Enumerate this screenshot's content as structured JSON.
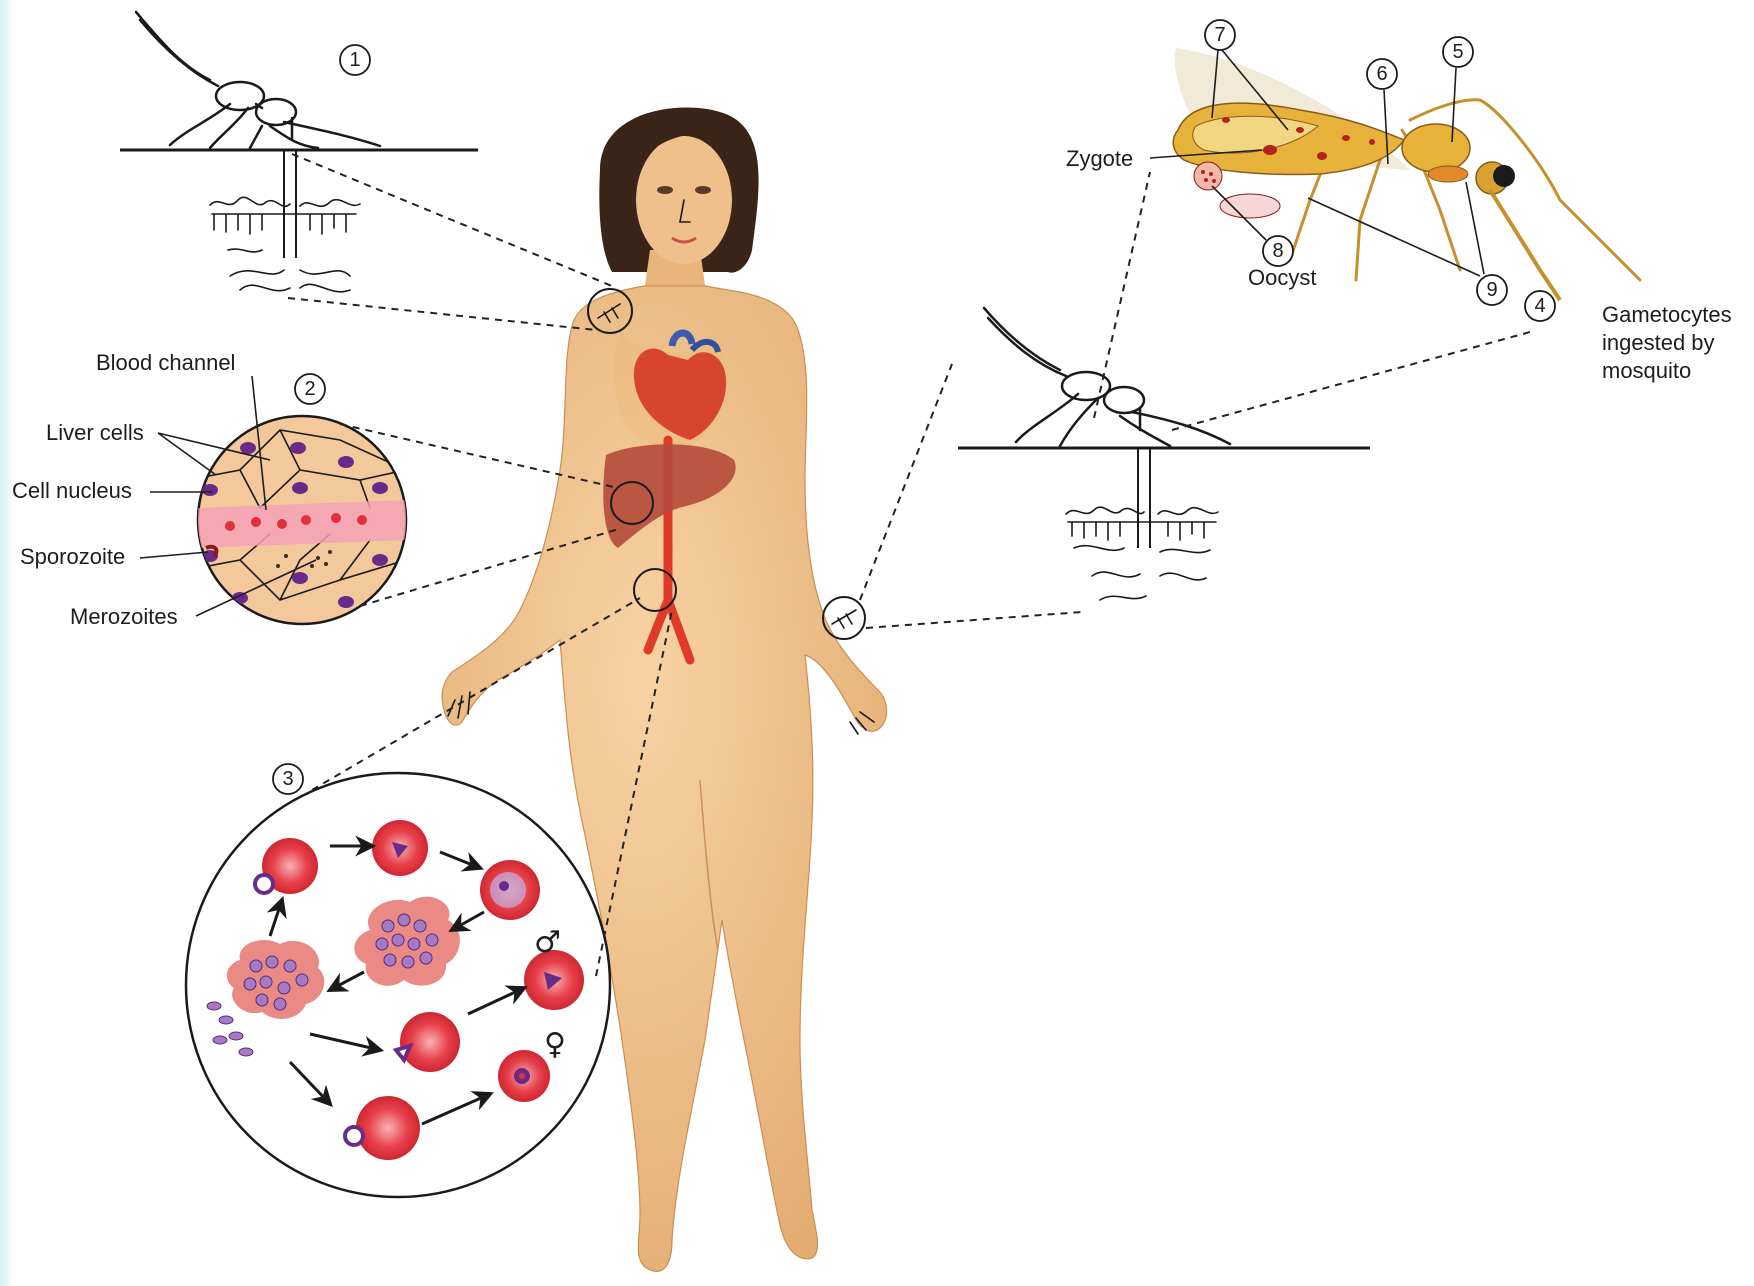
{
  "colors": {
    "skin": "#f2c48d",
    "skin_shade": "#d99e64",
    "hair": "#3a2417",
    "liver": "#b44a3a",
    "artery": "#e03a2a",
    "rbc": "#e43a45",
    "parasite": "#6a2a8a",
    "mosquito_body": "#e6b23a",
    "wing": "#efe6cf"
  },
  "steps": {
    "s1": "1",
    "s2": "2",
    "s3": "3",
    "s4": "4",
    "s5": "5",
    "s6": "6",
    "s7": "7",
    "s8": "8",
    "s9": "9"
  },
  "labels": {
    "blood_channel": "Blood channel",
    "liver_cells": "Liver cells",
    "cell_nucleus": "Cell nucleus",
    "sporozoite": "Sporozoite",
    "merozoites": "Merozoites",
    "zygote": "Zygote",
    "oocyst": "Oocyst",
    "gametocytes_line1": "Gametocytes",
    "gametocytes_line2": "ingested by",
    "gametocytes_line3": "mosquito"
  },
  "symbols": {
    "male": "♂",
    "female": "♀"
  },
  "icons": [
    "mosquito-icon",
    "heart-icon",
    "liver-icon",
    "red-blood-cell-icon",
    "arrow-icon"
  ]
}
